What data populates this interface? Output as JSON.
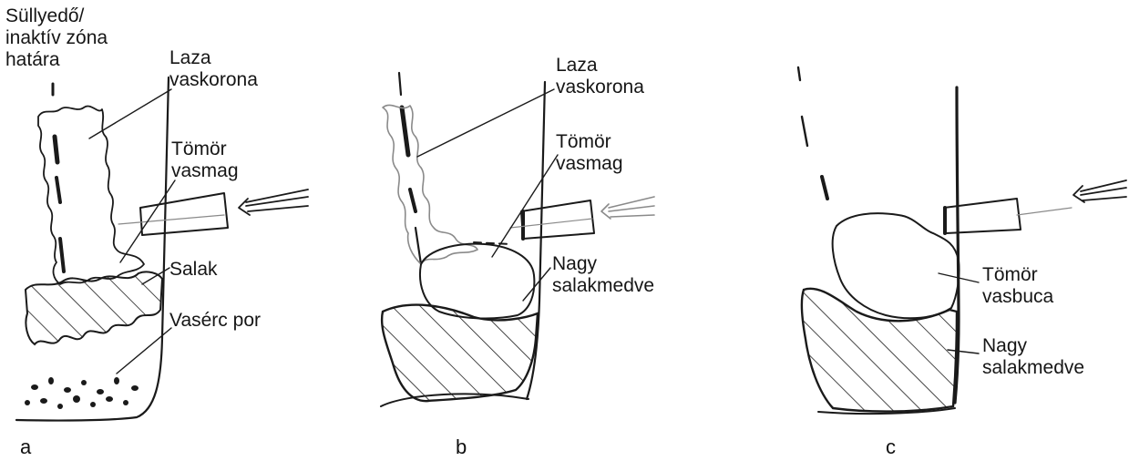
{
  "panels": [
    {
      "letter": "a",
      "labels": {
        "boundary": [
          "Süllyedő/",
          "inaktív zóna",
          "határa"
        ],
        "loose_crown": [
          "Laza",
          "vaskorona"
        ],
        "solid_core": [
          "Tömör",
          "vasmag"
        ],
        "slag": [
          "Salak"
        ],
        "ore_powder": [
          "Vasérc por"
        ]
      }
    },
    {
      "letter": "b",
      "labels": {
        "loose_crown": [
          "Laza",
          "vaskorona"
        ],
        "solid_core": [
          "Tömör",
          "vasmag"
        ],
        "slag_pool": [
          "Nagy",
          "salakmedve"
        ]
      }
    },
    {
      "letter": "c",
      "labels": {
        "solid_bloom": [
          "Tömör",
          "vasbuca"
        ],
        "slag_pool": [
          "Nagy",
          "salakmedve"
        ]
      }
    }
  ],
  "colors": {
    "ink": "#1a1a1a",
    "faint_ink": "#8a8a8a",
    "background": "#ffffff"
  }
}
